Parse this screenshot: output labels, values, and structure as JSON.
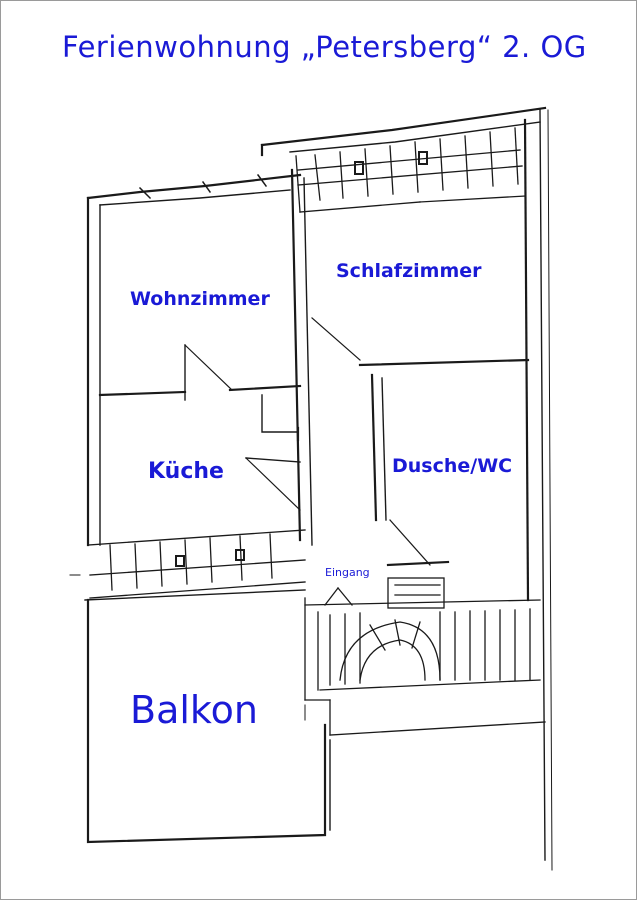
{
  "title": "Ferienwohnung „Petersberg“ 2. OG",
  "rooms": {
    "wohnzimmer": "Wohnzimmer",
    "schlafzimmer": "Schlafzimmer",
    "kueche": "Küche",
    "dusche_wc": "Dusche/WC",
    "eingang": "Eingang",
    "balkon": "Balkon"
  },
  "colors": {
    "label": "#1a1ad6",
    "line": "#1a1a1a"
  }
}
